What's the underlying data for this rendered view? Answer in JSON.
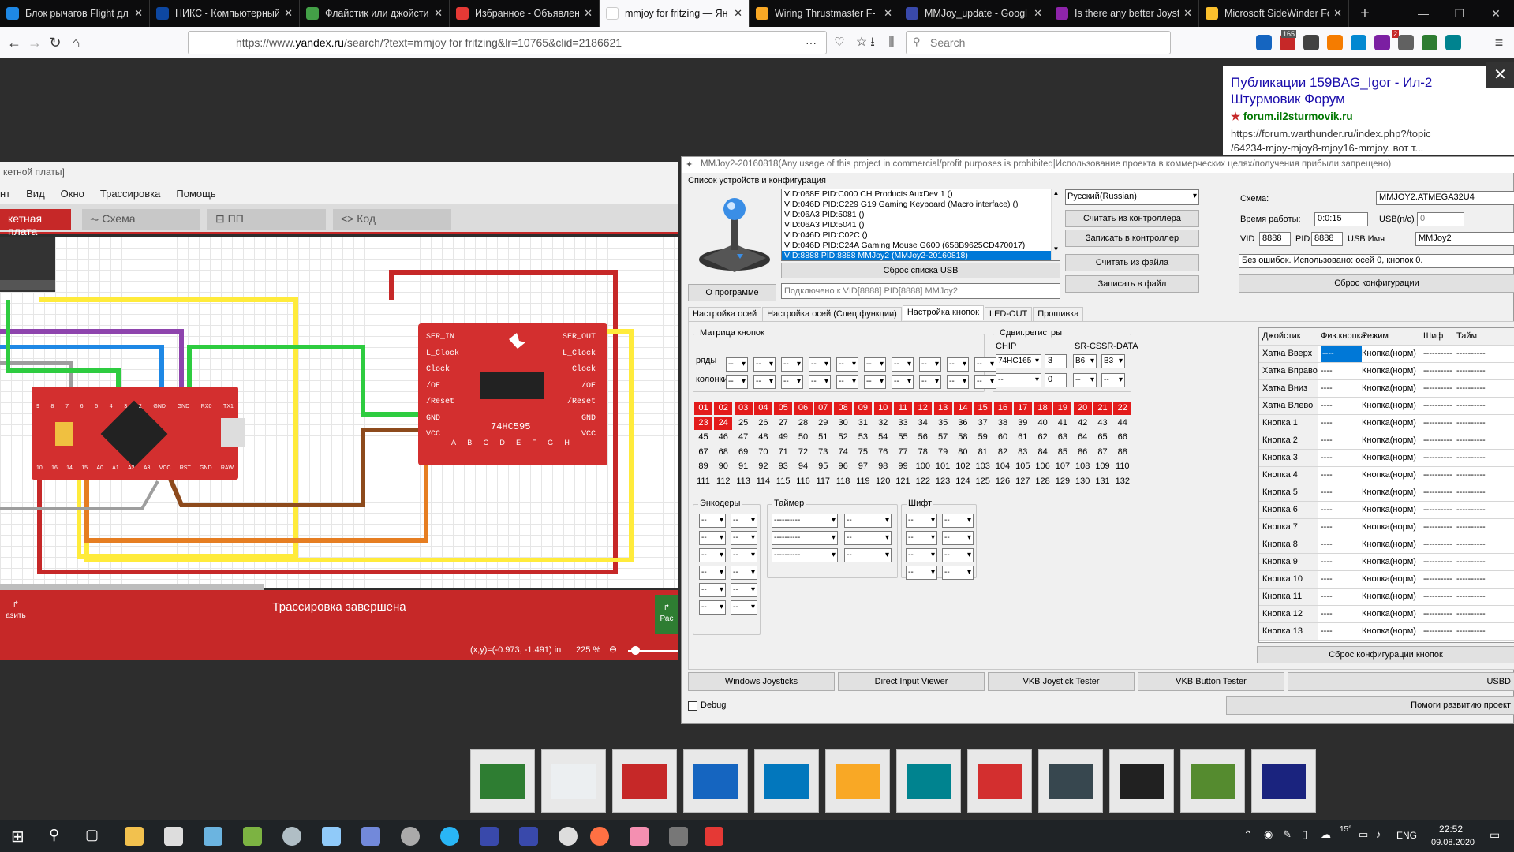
{
  "browser": {
    "tabs": [
      {
        "label": "Блок рычагов Flight для ш",
        "color": "#1e88e5"
      },
      {
        "label": "НИКС - Компьютерный",
        "color": "#0d47a1"
      },
      {
        "label": "Флайстик или джойстик De",
        "color": "#43a047"
      },
      {
        "label": "Избранное - Объявления",
        "color": "#e53935"
      },
      {
        "label": "mmjoy for fritzing — Ян",
        "color": "#ffffff"
      },
      {
        "label": "Wiring Thrustmaster F-",
        "color": "#f9a825"
      },
      {
        "label": "MMJoy_update - Googl",
        "color": "#3949ab"
      },
      {
        "label": "Is there any better Joyst",
        "color": "#8e24aa"
      },
      {
        "label": "Microsoft SideWinder Fo",
        "color": "#fbc02d"
      }
    ],
    "url_prefix": "https://www.",
    "url_domain": "yandex.ru",
    "url_rest": "/search/?text=mmjoy for fritzing&lr=10765&clid=2186621",
    "search_placeholder": "Search",
    "badges": {
      "a": "165",
      "b": "2"
    }
  },
  "right_panel": {
    "title": "Публикации 159BAG_Igor - Ил-2 Штурмовик Форум",
    "domain": "forum.il2sturmovik.ru",
    "snippet_1": "https://forum.warthunder.ru/index.php?/topic",
    "snippet_2": "/64234-mjoy-mjoy8-mjoy16-mmjoy. вот т..."
  },
  "fritzing": {
    "title": "кетной платы]",
    "menu": [
      "нт",
      "Вид",
      "Окно",
      "Трассировка",
      "Помощь"
    ],
    "tabs": {
      "pcb": "кетная плата",
      "schema": "Схема",
      "pp": "ПП",
      "code": "Код"
    },
    "chip_label": "74HC595",
    "left_pins": [
      "SER_IN",
      "L_Clock",
      "Clock",
      "/OE",
      "/Reset",
      "GND",
      "VCC"
    ],
    "right_pins": [
      "SER_OUT",
      "L_Clock",
      "Clock",
      "/OE",
      "/Reset",
      "GND",
      "VCC"
    ],
    "bottom_pins": [
      "A",
      "B",
      "C",
      "D",
      "E",
      "F",
      "G",
      "H"
    ],
    "board_top_pins": [
      "9",
      "8",
      "7",
      "6",
      "5",
      "4",
      "3",
      "2",
      "GND",
      "GND",
      "RX0",
      "TX1"
    ],
    "board_bot_pins": [
      "10",
      "16",
      "14",
      "15",
      "A0",
      "A1",
      "A2",
      "A3",
      "VCC",
      "RST",
      "GND",
      "RAW"
    ],
    "route_status": "Трассировка завершена",
    "route_btn": "азить",
    "route_btn2": "Рас",
    "coords": "(x,y)=(-0.973, -1.491) in",
    "zoom": "225 %"
  },
  "mmjoy": {
    "title": "MMJoy2-20160818(Any usage of this project in commercial/profit purposes is prohibited|Использование проекта в коммерческих целях/получения прибыли запрещено)",
    "device_group": "Список устройств и конфигурация",
    "devices": [
      "VID:068E PID:C000 CH Products AuxDev 1 ()",
      "VID:046D PID:C229 G19 Gaming Keyboard (Macro interface) ()",
      "VID:06A3 PID:5081 ()",
      "VID:06A3 PID:5041 ()",
      "VID:046D PID:C02C ()",
      "VID:046D PID:C24A Gaming Mouse G600 (658B9625CD470017)",
      "VID:8888 PID:8888 MMJoy2 (MMJoy2-20160818)"
    ],
    "language": "Русский(Russian)",
    "btn_read_ctrl": "Считать из контроллера",
    "btn_write_ctrl": "Записать в контроллер",
    "btn_reset_usb": "Сброс списка USB",
    "btn_read_file": "Считать из файла",
    "btn_write_file": "Записать в файл",
    "btn_about": "О программе",
    "connected": "Подключено к VID[8888] PID[8888] MMJoy2",
    "schema_label": "Схема:",
    "schema_value": "MMJOY2.ATMEGA32U4",
    "uptime_label": "Время работы:",
    "uptime_value": "0:0:15",
    "usb_label": "USB(n/c)",
    "usb_value": "0",
    "vid_label": "VID",
    "vid_value": "8888",
    "pid_label": "PID",
    "pid_value": "8888",
    "usbname_label": "USB Имя",
    "usbname_value": "MMJoy2",
    "status": "Без ошибок. Использовано: осей 0, кнопок 0.",
    "btn_reset_config": "Сброс конфигурации",
    "tabs": [
      "Настройка осей",
      "Настройка осей (Спец.функции)",
      "Настройка кнопок",
      "LED-OUT",
      "Прошивка"
    ],
    "matrix_group": "Матрица кнопок",
    "rows_label": "ряды",
    "cols_label": "колонки",
    "dd_dash": "--",
    "shift_group": "Сдвиг.регистры",
    "chip_h": "CHIP",
    "srcs_h": "SR-CS",
    "srdata_h": "SR-DATA",
    "chip_val": "74HC165",
    "chip_count": "3",
    "srcs_val": "B6",
    "srdata_val": "B3",
    "chip_count2": "0",
    "buttons_count": 132,
    "red_buttons": 24,
    "enc_group": "Энкодеры",
    "timer_group": "Таймер",
    "shift2_group": "Шифт",
    "timer_dash": "----------",
    "table_headers": [
      "Джойстик",
      "Физ.кнопка",
      "Режим",
      "Шифт",
      "Тайм"
    ],
    "table_rows": [
      "Хатка Вверх",
      "Хатка Вправо",
      "Хатка Вниз",
      "Хатка Влево",
      "Кнопка 1",
      "Кнопка 2",
      "Кнопка 3",
      "Кнопка 4",
      "Кнопка 5",
      "Кнопка 6",
      "Кнопка 7",
      "Кнопка 8",
      "Кнопка 9",
      "Кнопка 10",
      "Кнопка 11",
      "Кнопка 12",
      "Кнопка 13"
    ],
    "phys_value": "----",
    "mode_value": "Кнопка(норм)",
    "shift_value": "----------",
    "btn_reset_buttons": "Сброс конфигурации кнопок",
    "btn_win_joy": "Windows Joysticks",
    "btn_di_viewer": "Direct Input Viewer",
    "btn_vkb_joy": "VKB Joystick Tester",
    "btn_vkb_btn": "VKB Button Tester",
    "btn_usbd": "USBD",
    "debug_label": "Debug",
    "btn_help": "Помоги развитию проект"
  },
  "taskbar": {
    "time": "22:52",
    "date": "09.08.2020",
    "lang": "ENG",
    "temp": "15°"
  }
}
